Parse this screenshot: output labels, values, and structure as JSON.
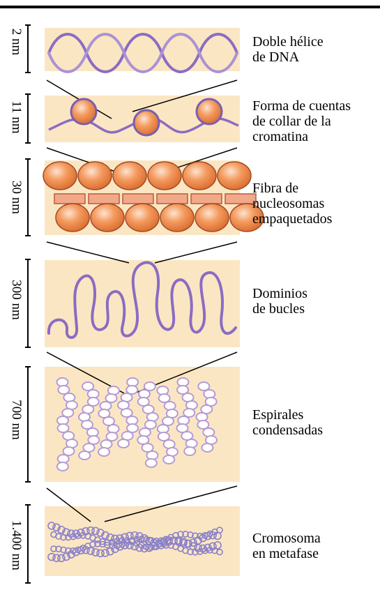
{
  "levels": [
    {
      "scale": "2 nm",
      "label": "Doble hélice\nde DNA"
    },
    {
      "scale": "11 nm",
      "label": "Forma de cuentas\nde collar de la\ncromatina"
    },
    {
      "scale": "30 nm",
      "label": "Fibra de\nnucleosomas\nempaquetados"
    },
    {
      "scale": "300 nm",
      "label": "Dominios\nde bucles"
    },
    {
      "scale": "700 nm",
      "label": "Espirales\ncondensadas"
    },
    {
      "scale": "1.400 nm",
      "label": "Cromosoma\nen metafase"
    }
  ],
  "colors": {
    "panel": "#fbe6c3",
    "dna": "#8b6cc2",
    "nucleosome": "#ef8a4e",
    "nucleosome_light": "#fbd5b8",
    "coil_stroke": "#b59ad6",
    "coil_fill": "#ffffff"
  }
}
